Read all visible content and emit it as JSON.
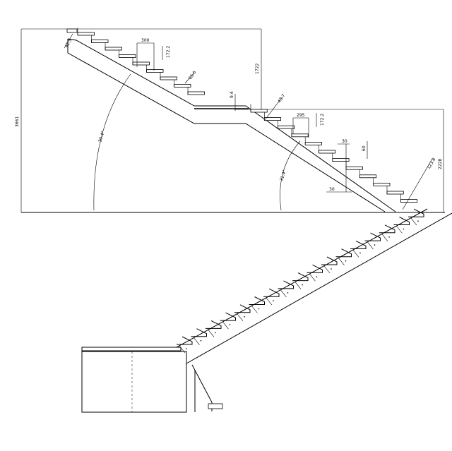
{
  "dimensions": {
    "total_height": "3661",
    "upper_flight_height": "1722",
    "lower_flight_height": "2228",
    "upper_tread": "300",
    "upper_riser": "172.2",
    "lower_tread": "295",
    "lower_riser": "172.2",
    "stringer_thickness_upper": "65.6",
    "landing_offset": "9.4",
    "top_nosing": "42.3",
    "mid_nosing": "43.7",
    "offset_a": "30",
    "offset_b": "60",
    "offset_c": "30",
    "bottom_nosing": "123.8"
  },
  "angles": {
    "upper": "30.4°",
    "lower": "31.4°"
  }
}
